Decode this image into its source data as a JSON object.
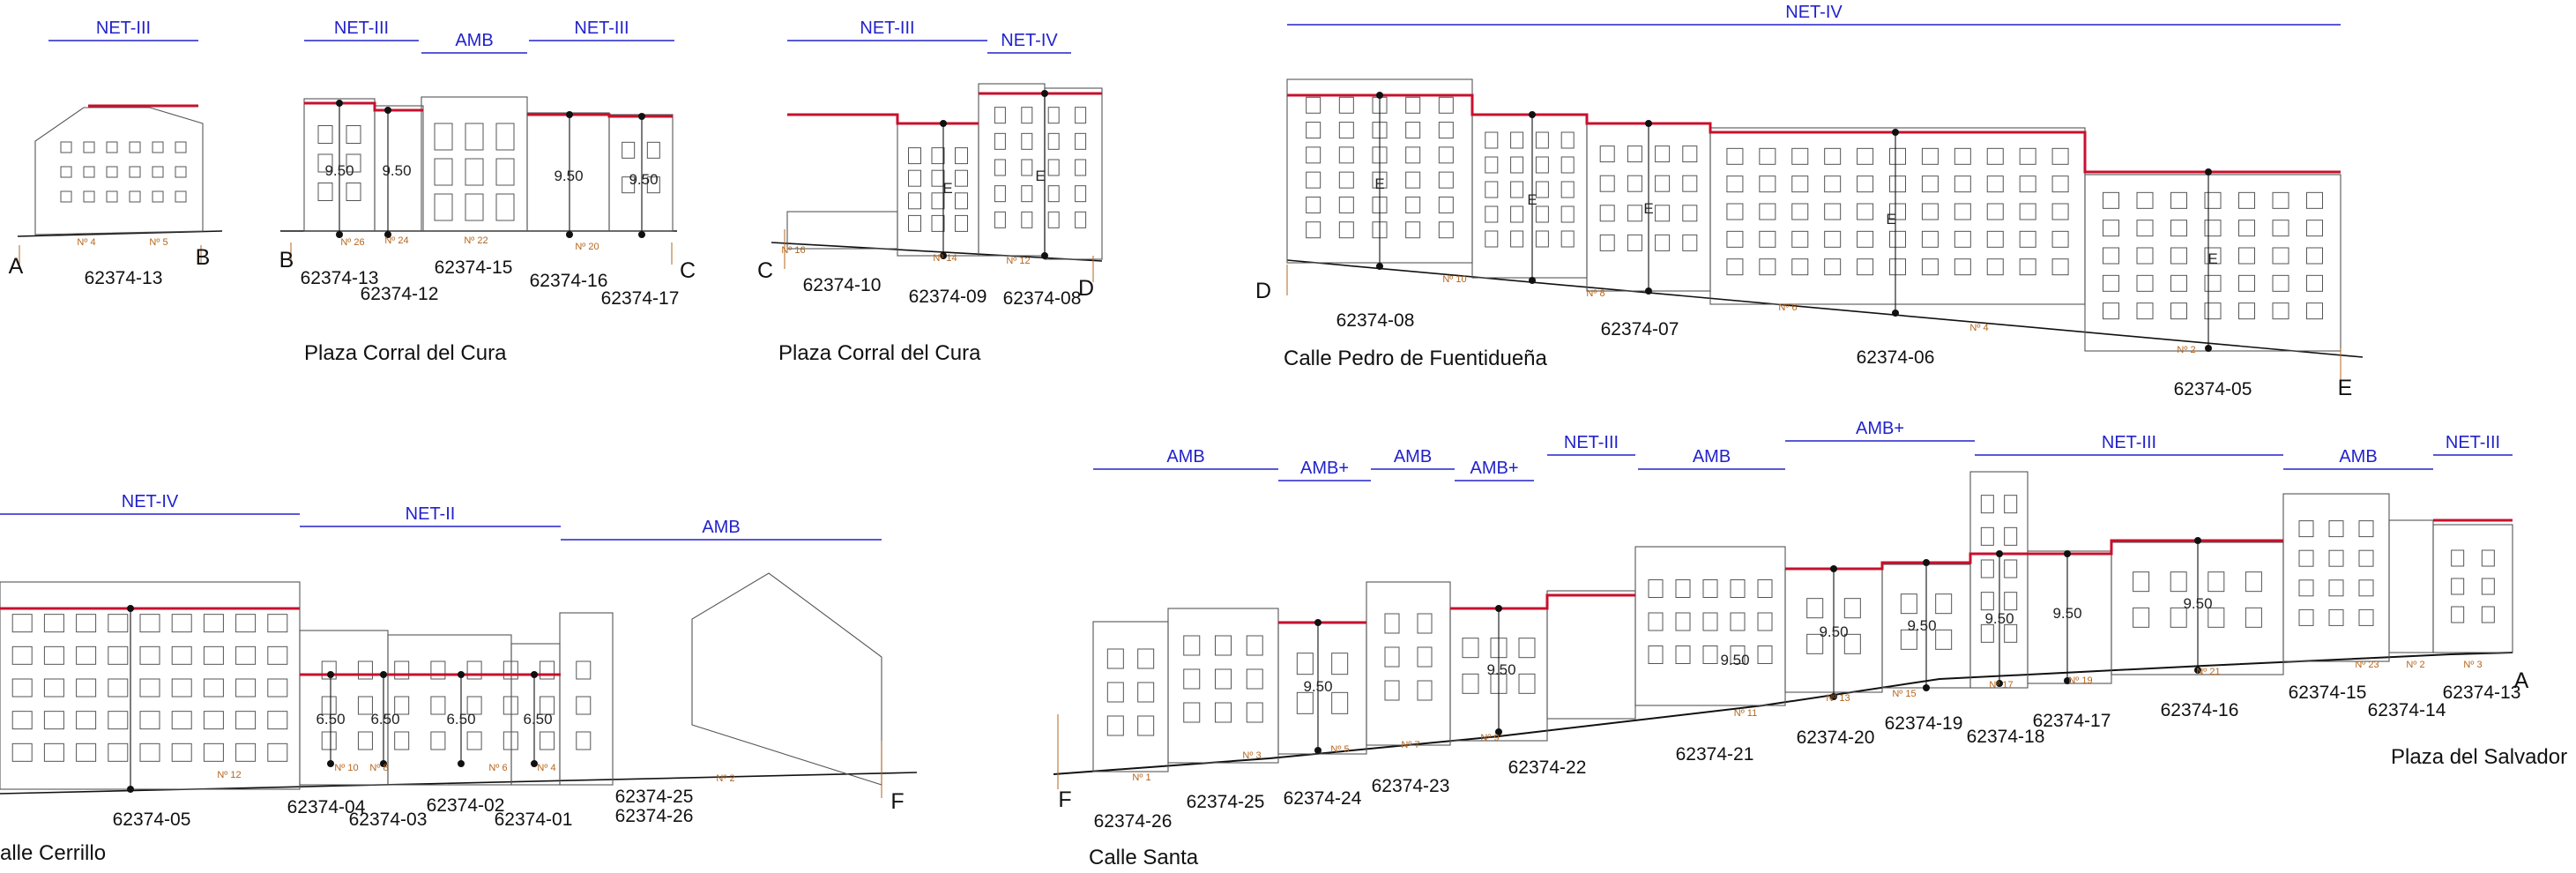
{
  "zones": [
    {
      "id": "z1",
      "text": "NET-III"
    },
    {
      "id": "z2",
      "text": "NET-III"
    },
    {
      "id": "z3",
      "text": "AMB"
    },
    {
      "id": "z4",
      "text": "NET-III"
    },
    {
      "id": "z5",
      "text": "NET-III"
    },
    {
      "id": "z6",
      "text": "NET-IV"
    },
    {
      "id": "z7",
      "text": "NET-IV"
    },
    {
      "id": "z8",
      "text": "NET-IV"
    },
    {
      "id": "z9",
      "text": "NET-II"
    },
    {
      "id": "z10",
      "text": "AMB"
    },
    {
      "id": "z11",
      "text": "AMB"
    },
    {
      "id": "z12",
      "text": "AMB+"
    },
    {
      "id": "z13",
      "text": "AMB"
    },
    {
      "id": "z14",
      "text": "AMB+"
    },
    {
      "id": "z15",
      "text": "NET-III"
    },
    {
      "id": "z16",
      "text": "AMB"
    },
    {
      "id": "z17",
      "text": "AMB+"
    },
    {
      "id": "z18",
      "text": "NET-III"
    },
    {
      "id": "z19",
      "text": "AMB"
    },
    {
      "id": "z20",
      "text": "NET-III"
    }
  ],
  "parcels": [
    {
      "id": "p1",
      "text": "62374-13"
    },
    {
      "id": "p2",
      "text": "62374-13"
    },
    {
      "id": "p3",
      "text": "62374-12"
    },
    {
      "id": "p4",
      "text": "62374-15"
    },
    {
      "id": "p5",
      "text": "62374-16"
    },
    {
      "id": "p6",
      "text": "62374-17"
    },
    {
      "id": "p7",
      "text": "62374-10"
    },
    {
      "id": "p8",
      "text": "62374-09"
    },
    {
      "id": "p9",
      "text": "62374-08"
    },
    {
      "id": "p10",
      "text": "62374-08"
    },
    {
      "id": "p11",
      "text": "62374-07"
    },
    {
      "id": "p12",
      "text": "62374-06"
    },
    {
      "id": "p13",
      "text": "62374-05"
    },
    {
      "id": "p14",
      "text": "62374-05"
    },
    {
      "id": "p15",
      "text": "62374-04"
    },
    {
      "id": "p16",
      "text": "62374-03"
    },
    {
      "id": "p17",
      "text": "62374-02"
    },
    {
      "id": "p18",
      "text": "62374-01"
    },
    {
      "id": "p19",
      "text": "62374-25"
    },
    {
      "id": "p20",
      "text": "62374-26"
    },
    {
      "id": "p21",
      "text": "62374-26"
    },
    {
      "id": "p22",
      "text": "62374-25"
    },
    {
      "id": "p23",
      "text": "62374-24"
    },
    {
      "id": "p24",
      "text": "62374-23"
    },
    {
      "id": "p25",
      "text": "62374-22"
    },
    {
      "id": "p26",
      "text": "62374-21"
    },
    {
      "id": "p27",
      "text": "62374-20"
    },
    {
      "id": "p28",
      "text": "62374-19"
    },
    {
      "id": "p29",
      "text": "62374-18"
    },
    {
      "id": "p30",
      "text": "62374-17"
    },
    {
      "id": "p31",
      "text": "62374-16"
    },
    {
      "id": "p32",
      "text": "62374-15"
    },
    {
      "id": "p33",
      "text": "62374-14"
    },
    {
      "id": "p34",
      "text": "62374-13"
    }
  ],
  "streets": [
    {
      "id": "s1",
      "text": "Plaza Corral del Cura"
    },
    {
      "id": "s2",
      "text": "Plaza Corral del Cura"
    },
    {
      "id": "s3",
      "text": "Calle Pedro de Fuentidueña"
    },
    {
      "id": "s4",
      "text": "alle Cerrillo"
    },
    {
      "id": "s5",
      "text": "Calle Santa"
    },
    {
      "id": "s6",
      "text": "Plaza del Salvador"
    }
  ],
  "sections": [
    {
      "id": "k1",
      "text": "A"
    },
    {
      "id": "k2",
      "text": "B"
    },
    {
      "id": "k3",
      "text": "B"
    },
    {
      "id": "k4",
      "text": "C"
    },
    {
      "id": "k5",
      "text": "C"
    },
    {
      "id": "k6",
      "text": "D"
    },
    {
      "id": "k7",
      "text": "D"
    },
    {
      "id": "k8",
      "text": "E"
    },
    {
      "id": "k9",
      "text": "F"
    },
    {
      "id": "k10",
      "text": "F"
    },
    {
      "id": "k11",
      "text": "A"
    }
  ],
  "heights": [
    {
      "id": "h1",
      "text": "9.50"
    },
    {
      "id": "h2",
      "text": "9.50"
    },
    {
      "id": "h3",
      "text": "9.50"
    },
    {
      "id": "h4",
      "text": "9.50"
    },
    {
      "id": "h5",
      "text": "E"
    },
    {
      "id": "h6",
      "text": "E"
    },
    {
      "id": "h7",
      "text": "E"
    },
    {
      "id": "h8",
      "text": "E"
    },
    {
      "id": "h9",
      "text": "E"
    },
    {
      "id": "h10",
      "text": "E"
    },
    {
      "id": "h11",
      "text": "E"
    },
    {
      "id": "h12",
      "text": "6.50"
    },
    {
      "id": "h13",
      "text": "6.50"
    },
    {
      "id": "h14",
      "text": "6.50"
    },
    {
      "id": "h15",
      "text": "6.50"
    },
    {
      "id": "h16",
      "text": "9.50"
    },
    {
      "id": "h17",
      "text": "9.50"
    },
    {
      "id": "h18",
      "text": "9.50"
    },
    {
      "id": "h19",
      "text": "9.50"
    },
    {
      "id": "h20",
      "text": "9.50"
    },
    {
      "id": "h21",
      "text": "9.50"
    },
    {
      "id": "h22",
      "text": "9.50"
    },
    {
      "id": "h23",
      "text": "9.50"
    }
  ],
  "street_numbers": [
    {
      "id": "n1",
      "text": "Nº 4"
    },
    {
      "id": "n2",
      "text": "Nº 5"
    },
    {
      "id": "n3",
      "text": "Nº 26"
    },
    {
      "id": "n4",
      "text": "Nº 24"
    },
    {
      "id": "n5",
      "text": "Nº 22"
    },
    {
      "id": "n6",
      "text": "Nº 20"
    },
    {
      "id": "n7",
      "text": "Nº 16"
    },
    {
      "id": "n8",
      "text": "Nº 14"
    },
    {
      "id": "n9",
      "text": "Nº 12"
    },
    {
      "id": "n10",
      "text": "Nº 10"
    },
    {
      "id": "n11",
      "text": "Nº 8"
    },
    {
      "id": "n12",
      "text": "Nº 6"
    },
    {
      "id": "n13",
      "text": "Nº 4"
    },
    {
      "id": "n14",
      "text": "Nº 2"
    },
    {
      "id": "n15",
      "text": "Nº 12"
    },
    {
      "id": "n16",
      "text": "Nº 10"
    },
    {
      "id": "n17",
      "text": "Nº 8"
    },
    {
      "id": "n18",
      "text": "Nº 6"
    },
    {
      "id": "n19",
      "text": "Nº 4"
    },
    {
      "id": "n20",
      "text": "Nº 2"
    },
    {
      "id": "n21",
      "text": "Nº 1"
    },
    {
      "id": "n22",
      "text": "Nº 3"
    },
    {
      "id": "n23",
      "text": "Nº 5"
    },
    {
      "id": "n24",
      "text": "Nº 7"
    },
    {
      "id": "n25",
      "text": "Nº 9"
    },
    {
      "id": "n26",
      "text": "Nº 11"
    },
    {
      "id": "n27",
      "text": "Nº 13"
    },
    {
      "id": "n28",
      "text": "Nº 15"
    },
    {
      "id": "n29",
      "text": "Nº 17"
    },
    {
      "id": "n30",
      "text": "Nº 19"
    },
    {
      "id": "n31",
      "text": "Nº 21"
    },
    {
      "id": "n32",
      "text": "Nº 23"
    },
    {
      "id": "n33",
      "text": "Nº 2"
    },
    {
      "id": "n34",
      "text": "Nº 3"
    }
  ],
  "colors": {
    "zone": "#2222cc",
    "max_height": "#c8102e",
    "parcel_mark": "#b5651d",
    "line": "#111111",
    "facade": "#555555"
  }
}
